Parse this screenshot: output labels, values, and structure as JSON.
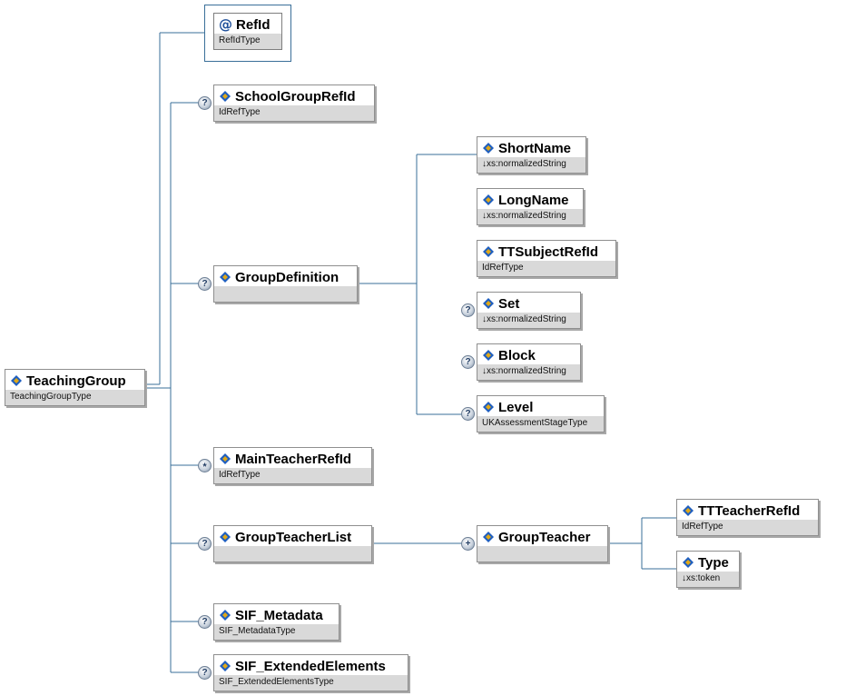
{
  "diagram": {
    "nodes": [
      {
        "key": "refid",
        "name": "RefId",
        "type": "RefIdType",
        "kind": "attribute",
        "occurrence": ""
      },
      {
        "key": "schoolgrouprefid",
        "name": "SchoolGroupRefId",
        "type": "IdRefType",
        "kind": "element",
        "occurrence": "?"
      },
      {
        "key": "groupdefinition",
        "name": "GroupDefinition",
        "type": "",
        "kind": "element",
        "occurrence": "?"
      },
      {
        "key": "shortname",
        "name": "ShortName",
        "type": "↓xs:normalizedString",
        "kind": "element",
        "occurrence": ""
      },
      {
        "key": "longname",
        "name": "LongName",
        "type": "↓xs:normalizedString",
        "kind": "element",
        "occurrence": ""
      },
      {
        "key": "ttsubjectrefid",
        "name": "TTSubjectRefId",
        "type": "IdRefType",
        "kind": "element",
        "occurrence": ""
      },
      {
        "key": "set",
        "name": "Set",
        "type": "↓xs:normalizedString",
        "kind": "element",
        "occurrence": "?"
      },
      {
        "key": "block",
        "name": "Block",
        "type": "↓xs:normalizedString",
        "kind": "element",
        "occurrence": "?"
      },
      {
        "key": "level",
        "name": "Level",
        "type": "UKAssessmentStageType",
        "kind": "element",
        "occurrence": "?"
      },
      {
        "key": "teachinggroup",
        "name": "TeachingGroup",
        "type": "TeachingGroupType",
        "kind": "element",
        "occurrence": ""
      },
      {
        "key": "mainteacherrefid",
        "name": "MainTeacherRefId",
        "type": "IdRefType",
        "kind": "element",
        "occurrence": "*"
      },
      {
        "key": "groupteacherlist",
        "name": "GroupTeacherList",
        "type": "",
        "kind": "element",
        "occurrence": "?"
      },
      {
        "key": "groupteacher",
        "name": "GroupTeacher",
        "type": "",
        "kind": "element",
        "occurrence": "+"
      },
      {
        "key": "ttteacherrefid",
        "name": "TTTeacherRefId",
        "type": "IdRefType",
        "kind": "element",
        "occurrence": ""
      },
      {
        "key": "type",
        "name": "Type",
        "type": "↓xs:token",
        "kind": "element",
        "occurrence": ""
      },
      {
        "key": "sif_metadata",
        "name": "SIF_Metadata",
        "type": "SIF_MetadataType",
        "kind": "element",
        "occurrence": "?"
      },
      {
        "key": "sif_extendedelements",
        "name": "SIF_ExtendedElements",
        "type": "SIF_ExtendedElementsType",
        "kind": "element",
        "occurrence": "?"
      }
    ],
    "colors": {
      "connector": "#3a6f99",
      "subtype_band": "#d9d9d9",
      "node_border": "#8f8f8f",
      "icon_blue": "#1f5fbf",
      "icon_gold": "#e0a818"
    },
    "icons": {
      "element": "element-diamond-icon",
      "attribute": "at-sign-icon",
      "optional": "question-occurrence-icon",
      "multiple": "plus-occurrence-icon",
      "zero_or_more": "star-occurrence-icon"
    }
  }
}
